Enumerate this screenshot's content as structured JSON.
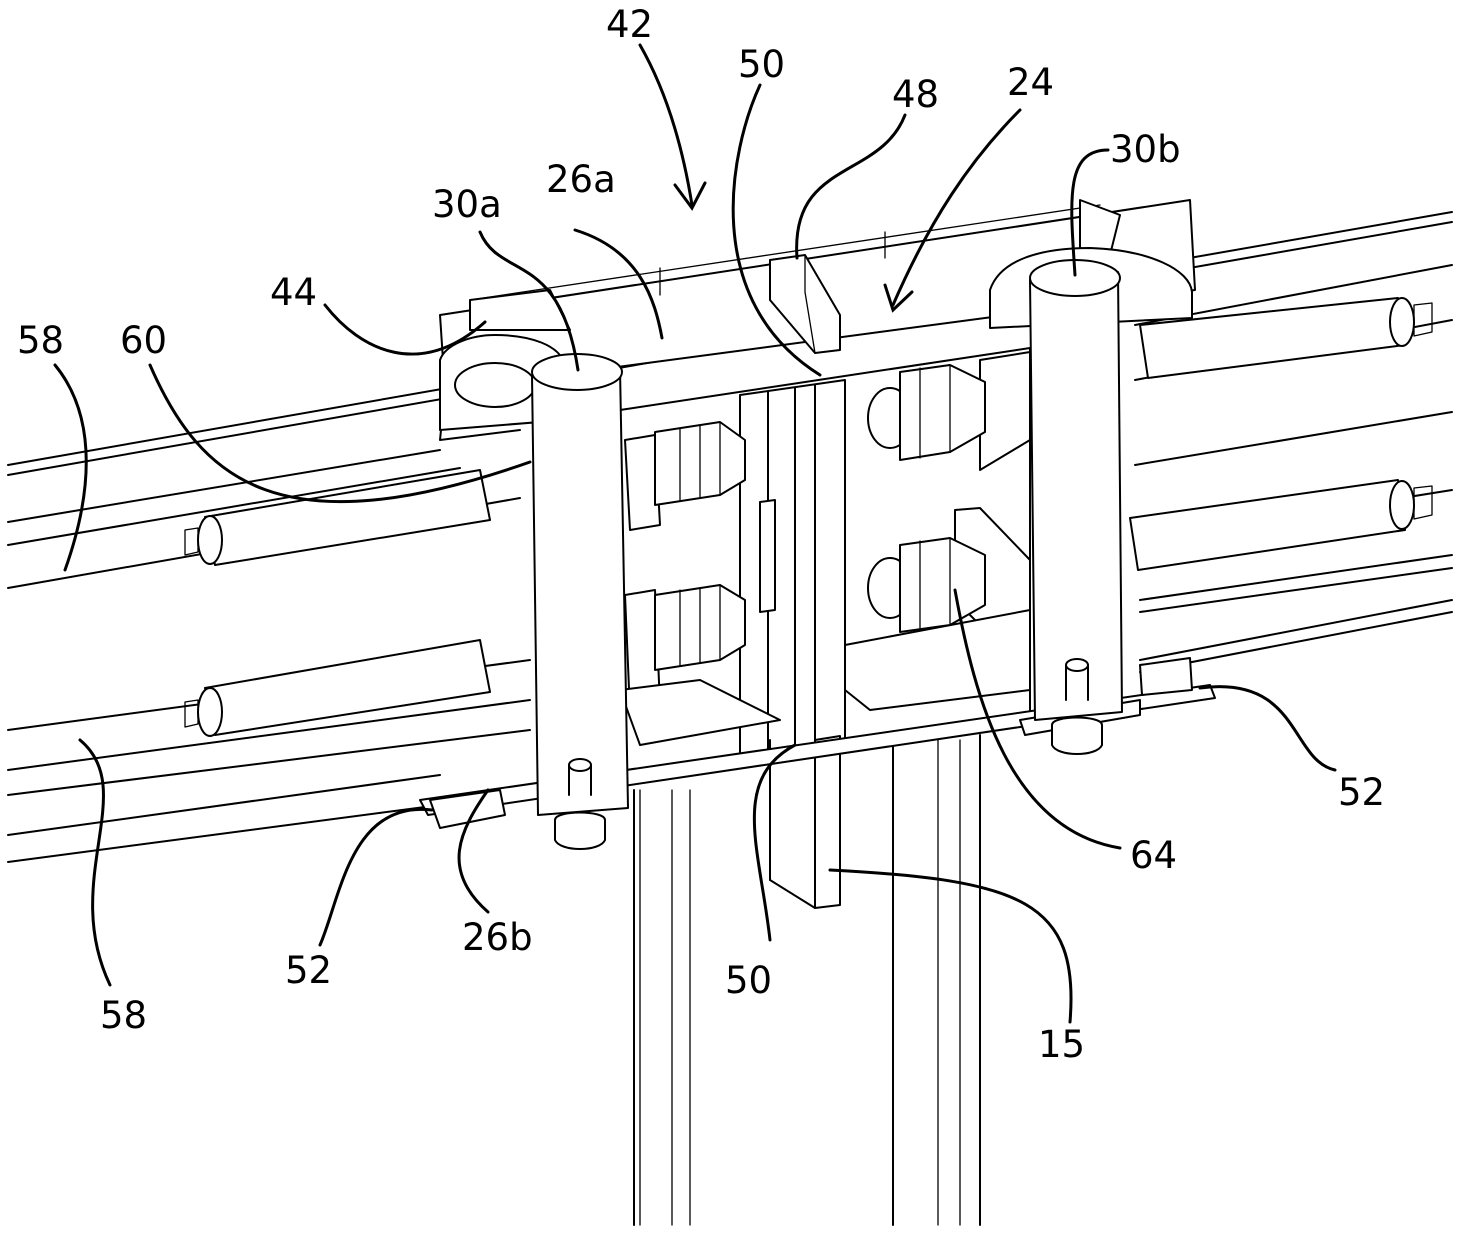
{
  "labels": {
    "l42": "42",
    "l50_top": "50",
    "l48": "48",
    "l24": "24",
    "l30b": "30b",
    "l26a": "26a",
    "l30a": "30a",
    "l44": "44",
    "l58_top": "58",
    "l60": "60",
    "l52_right": "52",
    "l64": "64",
    "l52_left": "52",
    "l26b": "26b",
    "l50_bottom": "50",
    "l15": "15",
    "l58_bottom": "58"
  }
}
